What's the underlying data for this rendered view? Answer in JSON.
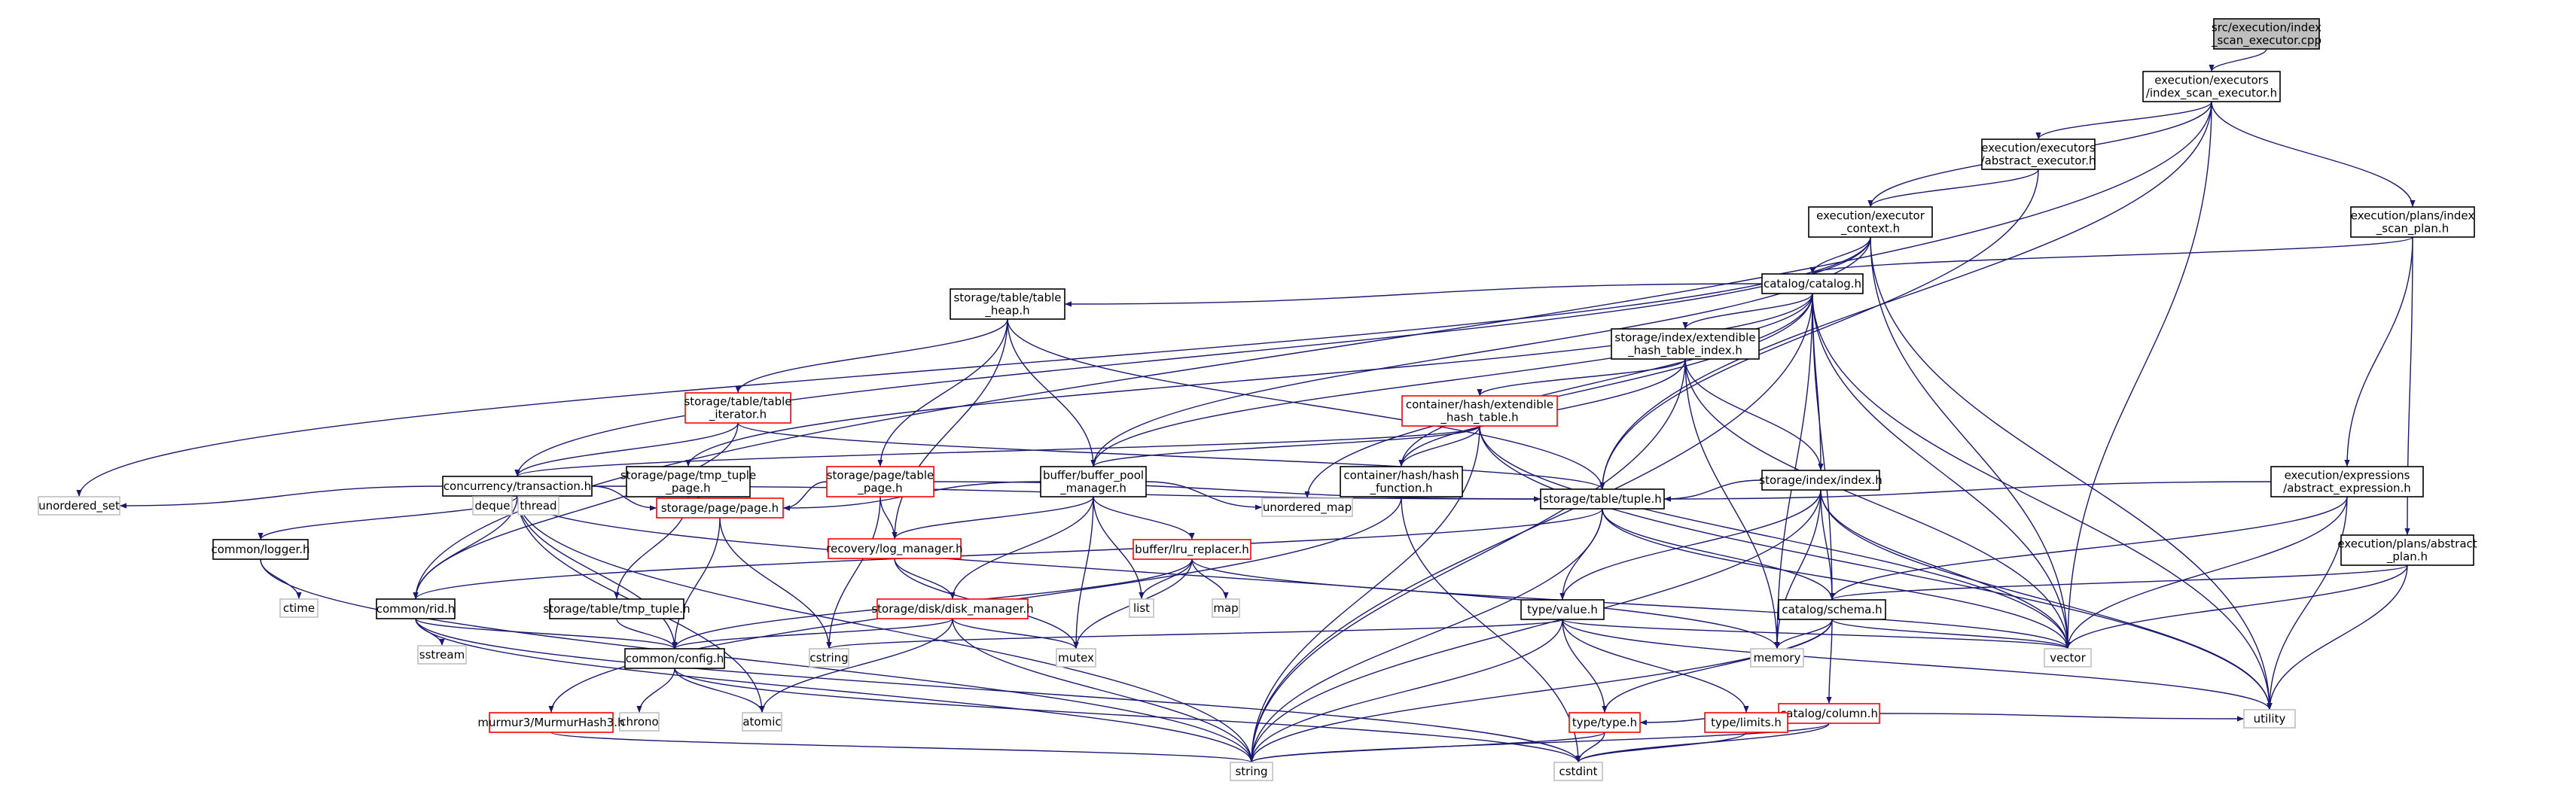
{
  "colors": {
    "edge": "#191970",
    "border_default": "#000000",
    "border_incomplete": "#ff0000",
    "border_system": "#bfbfbf",
    "fill_root": "#bfbfbf",
    "fill_default": "#ffffff",
    "text_system": "#808080"
  },
  "nodes": [
    {
      "id": "root",
      "lines": [
        "src/execution/index",
        "_scan_executor.cpp"
      ],
      "kind": "root"
    },
    {
      "id": "idxexec",
      "lines": [
        "execution/executors",
        "/index_scan_executor.h"
      ],
      "kind": "file"
    },
    {
      "id": "absexec",
      "lines": [
        "execution/executors",
        "/abstract_executor.h"
      ],
      "kind": "file"
    },
    {
      "id": "execctx",
      "lines": [
        "execution/executor",
        "_context.h"
      ],
      "kind": "file"
    },
    {
      "id": "idxplan",
      "lines": [
        "execution/plans/index",
        "_scan_plan.h"
      ],
      "kind": "file"
    },
    {
      "id": "catalog",
      "lines": [
        "catalog/catalog.h"
      ],
      "kind": "file"
    },
    {
      "id": "tableheap",
      "lines": [
        "storage/table/table",
        "_heap.h"
      ],
      "kind": "file"
    },
    {
      "id": "ehti",
      "lines": [
        "storage/index/extendible",
        "_hash_table_index.h"
      ],
      "kind": "file"
    },
    {
      "id": "tableiter",
      "lines": [
        "storage/table/table",
        "_iterator.h"
      ],
      "kind": "incomplete"
    },
    {
      "id": "tmptuplepage",
      "lines": [
        "storage/page/tmp_tuple",
        "_page.h"
      ],
      "kind": "file"
    },
    {
      "id": "cheht",
      "lines": [
        "container/hash/extendible",
        "_hash_table.h"
      ],
      "kind": "incomplete"
    },
    {
      "id": "tablepage",
      "lines": [
        "storage/page/table",
        "_page.h"
      ],
      "kind": "incomplete"
    },
    {
      "id": "bpm",
      "lines": [
        "buffer/buffer_pool",
        "_manager.h"
      ],
      "kind": "file"
    },
    {
      "id": "hashfn",
      "lines": [
        "container/hash/hash",
        "_function.h"
      ],
      "kind": "file"
    },
    {
      "id": "index",
      "lines": [
        "storage/index/index.h"
      ],
      "kind": "file"
    },
    {
      "id": "absexpr",
      "lines": [
        "execution/expressions",
        "/abstract_expression.h"
      ],
      "kind": "file"
    },
    {
      "id": "txn",
      "lines": [
        "concurrency/transaction.h"
      ],
      "kind": "file"
    },
    {
      "id": "tuple",
      "lines": [
        "storage/table/tuple.h"
      ],
      "kind": "file"
    },
    {
      "id": "unordered_set",
      "lines": [
        "unordered_set"
      ],
      "kind": "system"
    },
    {
      "id": "logger",
      "lines": [
        "common/logger.h"
      ],
      "kind": "file"
    },
    {
      "id": "deque",
      "lines": [
        "deque"
      ],
      "kind": "system"
    },
    {
      "id": "thread",
      "lines": [
        "thread"
      ],
      "kind": "system"
    },
    {
      "id": "page",
      "lines": [
        "storage/page/page.h"
      ],
      "kind": "incomplete"
    },
    {
      "id": "logmgr",
      "lines": [
        "recovery/log_manager.h"
      ],
      "kind": "incomplete"
    },
    {
      "id": "unordered_map",
      "lines": [
        "unordered_map"
      ],
      "kind": "system"
    },
    {
      "id": "lru",
      "lines": [
        "buffer/lru_replacer.h"
      ],
      "kind": "incomplete"
    },
    {
      "id": "absplan",
      "lines": [
        "execution/plans/abstract",
        "_plan.h"
      ],
      "kind": "file"
    },
    {
      "id": "ctime",
      "lines": [
        "ctime"
      ],
      "kind": "system"
    },
    {
      "id": "rid",
      "lines": [
        "common/rid.h"
      ],
      "kind": "file"
    },
    {
      "id": "tmptuple",
      "lines": [
        "storage/table/tmp_tuple.h"
      ],
      "kind": "file"
    },
    {
      "id": "list",
      "lines": [
        "list"
      ],
      "kind": "system"
    },
    {
      "id": "map",
      "lines": [
        "map"
      ],
      "kind": "system"
    },
    {
      "id": "diskmgr",
      "lines": [
        "storage/disk/disk_manager.h"
      ],
      "kind": "incomplete"
    },
    {
      "id": "value",
      "lines": [
        "type/value.h"
      ],
      "kind": "file"
    },
    {
      "id": "schema",
      "lines": [
        "catalog/schema.h"
      ],
      "kind": "file"
    },
    {
      "id": "sstream",
      "lines": [
        "sstream"
      ],
      "kind": "system"
    },
    {
      "id": "config",
      "lines": [
        "common/config.h"
      ],
      "kind": "file"
    },
    {
      "id": "cstring",
      "lines": [
        "cstring"
      ],
      "kind": "system"
    },
    {
      "id": "mutex",
      "lines": [
        "mutex"
      ],
      "kind": "system"
    },
    {
      "id": "memory",
      "lines": [
        "memory"
      ],
      "kind": "system"
    },
    {
      "id": "vector",
      "lines": [
        "vector"
      ],
      "kind": "system"
    },
    {
      "id": "column",
      "lines": [
        "catalog/column.h"
      ],
      "kind": "incomplete"
    },
    {
      "id": "chrono",
      "lines": [
        "chrono"
      ],
      "kind": "system"
    },
    {
      "id": "atomic",
      "lines": [
        "atomic"
      ],
      "kind": "system"
    },
    {
      "id": "murmur",
      "lines": [
        "murmur3/MurmurHash3.h"
      ],
      "kind": "incomplete"
    },
    {
      "id": "typeh",
      "lines": [
        "type/type.h"
      ],
      "kind": "incomplete"
    },
    {
      "id": "limits",
      "lines": [
        "type/limits.h"
      ],
      "kind": "incomplete"
    },
    {
      "id": "string",
      "lines": [
        "string"
      ],
      "kind": "system"
    },
    {
      "id": "cstdint",
      "lines": [
        "cstdint"
      ],
      "kind": "system"
    },
    {
      "id": "utility",
      "lines": [
        "utility"
      ],
      "kind": "system"
    }
  ],
  "edges": [
    [
      "root",
      "idxexec"
    ],
    [
      "idxexec",
      "absexec"
    ],
    [
      "idxexec",
      "execctx"
    ],
    [
      "idxexec",
      "idxplan"
    ],
    [
      "idxexec",
      "rid"
    ],
    [
      "idxexec",
      "tuple"
    ],
    [
      "idxexec",
      "vector"
    ],
    [
      "absexec",
      "execctx"
    ],
    [
      "absexec",
      "tuple"
    ],
    [
      "execctx",
      "catalog"
    ],
    [
      "execctx",
      "bpm"
    ],
    [
      "execctx",
      "txn"
    ],
    [
      "execctx",
      "unordered_set"
    ],
    [
      "execctx",
      "utility"
    ],
    [
      "execctx",
      "vector"
    ],
    [
      "idxplan",
      "catalog"
    ],
    [
      "idxplan",
      "absexpr"
    ],
    [
      "idxplan",
      "absplan"
    ],
    [
      "catalog",
      "tableheap"
    ],
    [
      "catalog",
      "ehti"
    ],
    [
      "catalog",
      "hashfn"
    ],
    [
      "catalog",
      "index"
    ],
    [
      "catalog",
      "schema"
    ],
    [
      "catalog",
      "bpm"
    ],
    [
      "catalog",
      "tmptuplepage"
    ],
    [
      "catalog",
      "unordered_map"
    ],
    [
      "catalog",
      "memory"
    ],
    [
      "catalog",
      "string"
    ],
    [
      "catalog",
      "utility"
    ],
    [
      "catalog",
      "vector"
    ],
    [
      "tableheap",
      "tableiter"
    ],
    [
      "tableheap",
      "tablepage"
    ],
    [
      "tableheap",
      "bpm"
    ],
    [
      "tableheap",
      "logmgr"
    ],
    [
      "tableheap",
      "tuple"
    ],
    [
      "ehti",
      "cheht"
    ],
    [
      "ehti",
      "hashfn"
    ],
    [
      "ehti",
      "index"
    ],
    [
      "ehti",
      "memory"
    ],
    [
      "ehti",
      "string"
    ],
    [
      "ehti",
      "vector"
    ],
    [
      "tableiter",
      "txn"
    ],
    [
      "tableiter",
      "tuple"
    ],
    [
      "tableiter",
      "rid"
    ],
    [
      "tmptuplepage",
      "page"
    ],
    [
      "tmptuplepage",
      "tmptuple"
    ],
    [
      "cheht",
      "bpm"
    ],
    [
      "cheht",
      "hashfn"
    ],
    [
      "cheht",
      "txn"
    ],
    [
      "cheht",
      "string"
    ],
    [
      "cheht",
      "utility"
    ],
    [
      "cheht",
      "vector"
    ],
    [
      "tablepage",
      "page"
    ],
    [
      "tablepage",
      "logmgr"
    ],
    [
      "tablepage",
      "tuple"
    ],
    [
      "tablepage",
      "cstring"
    ],
    [
      "bpm",
      "lru"
    ],
    [
      "bpm",
      "diskmgr"
    ],
    [
      "bpm",
      "logmgr"
    ],
    [
      "bpm",
      "page"
    ],
    [
      "bpm",
      "list"
    ],
    [
      "bpm",
      "mutex"
    ],
    [
      "bpm",
      "unordered_map"
    ],
    [
      "hashfn",
      "murmur"
    ],
    [
      "hashfn",
      "cstdint"
    ],
    [
      "index",
      "tuple"
    ],
    [
      "index",
      "schema"
    ],
    [
      "index",
      "value"
    ],
    [
      "index",
      "memory"
    ],
    [
      "index",
      "string"
    ],
    [
      "index",
      "utility"
    ],
    [
      "index",
      "vector"
    ],
    [
      "absexpr",
      "tuple"
    ],
    [
      "absexpr",
      "schema"
    ],
    [
      "absexpr",
      "utility"
    ],
    [
      "absexpr",
      "vector"
    ],
    [
      "txn",
      "tuple"
    ],
    [
      "txn",
      "page"
    ],
    [
      "txn",
      "logger"
    ],
    [
      "txn",
      "rid"
    ],
    [
      "txn",
      "config"
    ],
    [
      "txn",
      "atomic"
    ],
    [
      "txn",
      "deque"
    ],
    [
      "txn",
      "thread"
    ],
    [
      "txn",
      "string"
    ],
    [
      "txn",
      "unordered_set"
    ],
    [
      "txn",
      "memory"
    ],
    [
      "tuple",
      "rid"
    ],
    [
      "tuple",
      "schema"
    ],
    [
      "tuple",
      "value"
    ],
    [
      "tuple",
      "string"
    ],
    [
      "tuple",
      "vector"
    ],
    [
      "logger",
      "ctime"
    ],
    [
      "logger",
      "string"
    ],
    [
      "page",
      "config"
    ],
    [
      "page",
      "cstring"
    ],
    [
      "logmgr",
      "diskmgr"
    ],
    [
      "logmgr",
      "mutex"
    ],
    [
      "lru",
      "config"
    ],
    [
      "lru",
      "list"
    ],
    [
      "lru",
      "map"
    ],
    [
      "lru",
      "mutex"
    ],
    [
      "lru",
      "vector"
    ],
    [
      "absplan",
      "schema"
    ],
    [
      "absplan",
      "utility"
    ],
    [
      "absplan",
      "vector"
    ],
    [
      "rid",
      "config"
    ],
    [
      "rid",
      "sstream"
    ],
    [
      "rid",
      "string"
    ],
    [
      "rid",
      "cstdint"
    ],
    [
      "tmptuple",
      "config"
    ],
    [
      "diskmgr",
      "config"
    ],
    [
      "diskmgr",
      "atomic"
    ],
    [
      "diskmgr",
      "mutex"
    ],
    [
      "diskmgr",
      "string"
    ],
    [
      "value",
      "typeh"
    ],
    [
      "value",
      "limits"
    ],
    [
      "value",
      "cstring"
    ],
    [
      "value",
      "string"
    ],
    [
      "value",
      "utility"
    ],
    [
      "value",
      "vector"
    ],
    [
      "schema",
      "column"
    ],
    [
      "schema",
      "typeh"
    ],
    [
      "schema",
      "memory"
    ],
    [
      "schema",
      "string"
    ],
    [
      "schema",
      "vector"
    ],
    [
      "config",
      "atomic"
    ],
    [
      "config",
      "chrono"
    ],
    [
      "config",
      "cstdint"
    ],
    [
      "column",
      "typeh"
    ],
    [
      "column",
      "cstdint"
    ],
    [
      "column",
      "string"
    ],
    [
      "column",
      "utility"
    ],
    [
      "murmur",
      "string"
    ],
    [
      "typeh",
      "string"
    ],
    [
      "typeh",
      "cstdint"
    ],
    [
      "limits",
      "cstdint"
    ]
  ]
}
